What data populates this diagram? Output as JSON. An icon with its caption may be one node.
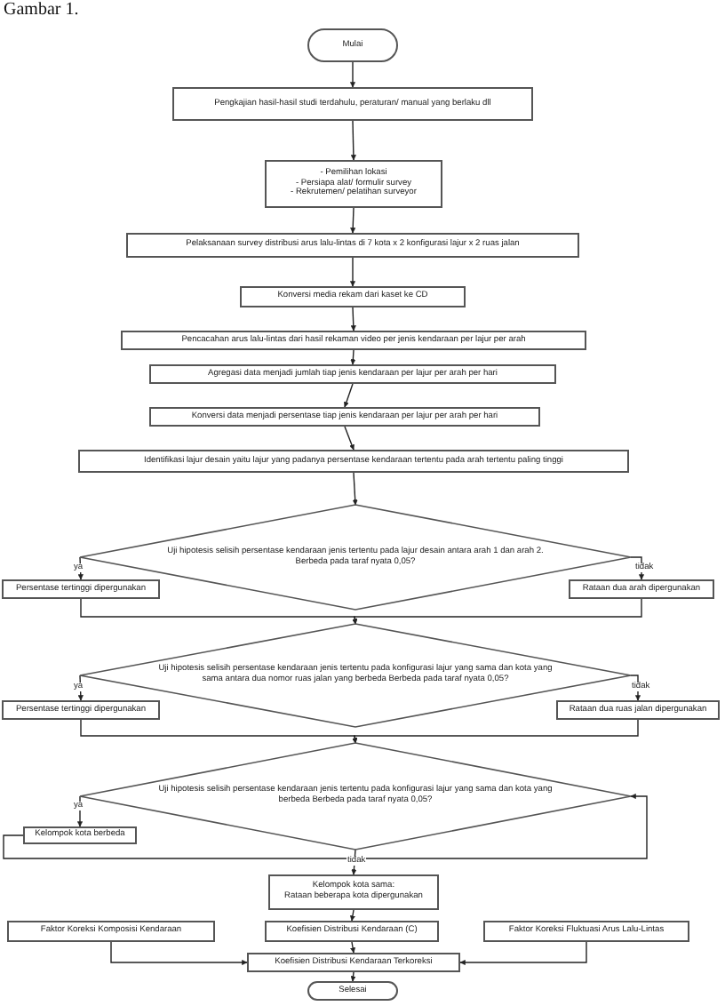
{
  "diagram": {
    "nodes": [
      {
        "text": [
          "Mulai"
        ]
      },
      {
        "text": [
          "Pengkajian hasil-hasil studi terdahulu, peraturan/ manual yang berlaku dll"
        ]
      },
      {
        "text": [
          "- Pemilihan lokasi",
          "- Persiapa alat/ formulir survey",
          "- Rekrutemen/ pelatihan surveyor"
        ]
      },
      {
        "text": [
          "Pelaksanaan survey distribusi arus lalu-lintas di 7 kota x 2 konfigurasi lajur x 2 ruas jalan"
        ]
      },
      {
        "text": [
          "Konversi media rekam dari kaset ke CD"
        ]
      },
      {
        "text": [
          "Pencacahan arus lalu-lintas dari hasil rekaman video per jenis kendaraan per lajur per arah"
        ]
      },
      {
        "text": [
          "Agregasi data menjadi jumlah tiap jenis kendaraan per lajur per arah per hari"
        ]
      },
      {
        "text": [
          "Konversi data menjadi persentase tiap jenis kendaraan per lajur per arah per hari"
        ]
      },
      {
        "text": [
          "Identifikasi lajur desain yaitu lajur yang padanya persentase kendaraan tertentu pada arah tertentu paling tinggi"
        ]
      },
      {
        "text": [
          "Uji hipotesis selisih persentase kendaraan jenis tertentu pada lajur desain antara arah 1 dan arah 2. Berbeda pada taraf nyata 0,05?"
        ]
      },
      {
        "text": [
          "Persentase tertinggi dipergunakan"
        ]
      },
      {
        "text": [
          "Rataan dua arah dipergunakan"
        ]
      },
      {
        "text": [
          "Uji hipotesis selisih persentase kendaraan jenis tertentu pada konfigurasi lajur yang sama dan kota yang sama antara dua nomor ruas jalan yang berbeda Berbeda pada taraf nyata 0,05?"
        ]
      },
      {
        "text": [
          "Persentase tertinggi dipergunakan"
        ]
      },
      {
        "text": [
          "Rataan dua ruas jalan dipergunakan"
        ]
      },
      {
        "text": [
          "Uji hipotesis selisih persentase kendaraan jenis tertentu pada konfigurasi lajur yang sama dan kota yang berbeda Berbeda pada taraf nyata 0,05?"
        ]
      },
      {
        "text": [
          "Kelompok kota berbeda"
        ]
      },
      {
        "text": [
          "Kelompok kota sama:",
          "Rataan beberapa kota dipergunakan"
        ]
      },
      {
        "text": [
          "Faktor Koreksi Komposisi Kendaraan"
        ]
      },
      {
        "text": [
          "Koefisien Distribusi Kendaraan (C)"
        ]
      },
      {
        "text": [
          "Faktor Koreksi Fluktuasi Arus Lalu-Lintas"
        ]
      },
      {
        "text": [
          "Koefisien Distribusi Kendaraan Terkoreksi"
        ]
      },
      {
        "text": [
          "Selesai"
        ]
      }
    ],
    "edges": [
      {
        "from": 0,
        "to": 1,
        "arrow": "to"
      },
      {
        "from": 1,
        "to": 2,
        "arrow": "to"
      },
      {
        "from": 2,
        "to": 3,
        "arrow": "to"
      },
      {
        "from": 3,
        "to": 4,
        "arrow": "to"
      },
      {
        "from": 4,
        "to": 5,
        "arrow": "to"
      },
      {
        "from": 5,
        "to": 6,
        "arrow": "to"
      },
      {
        "from": 6,
        "to": 7,
        "arrow": "to"
      },
      {
        "from": 7,
        "to": 8,
        "arrow": "to"
      },
      {
        "from": 8,
        "to": 9,
        "arrow": "to"
      },
      {
        "from": 9,
        "to": 10,
        "arrow": "to",
        "label": "ya"
      },
      {
        "from": 9,
        "to": 11,
        "arrow": "to",
        "label": "tidak"
      },
      {
        "from": 10,
        "to": 12,
        "arrow": "to"
      },
      {
        "from": 11,
        "to": 12,
        "arrow": "to"
      },
      {
        "from": 12,
        "to": 13,
        "arrow": "to",
        "label": "ya"
      },
      {
        "from": 12,
        "to": 14,
        "arrow": "to",
        "label": "tidak"
      },
      {
        "from": 13,
        "to": 15,
        "arrow": "to"
      },
      {
        "from": 14,
        "to": 15,
        "arrow": "to"
      },
      {
        "from": 15,
        "to": 16,
        "arrow": "to",
        "label": "ya"
      },
      {
        "from": 15,
        "to": 17,
        "arrow": "to",
        "label": "tidak"
      },
      {
        "from": 16,
        "to": 15,
        "arrow": "to"
      },
      {
        "from": 17,
        "to": 19,
        "arrow": "to"
      },
      {
        "from": 19,
        "to": 21,
        "arrow": "to"
      },
      {
        "from": 18,
        "to": 21,
        "arrow": "to"
      },
      {
        "from": 20,
        "to": 21,
        "arrow": "to"
      },
      {
        "from": 21,
        "to": 22,
        "arrow": "to"
      }
    ],
    "labels": [
      "Gambar 1."
    ]
  }
}
